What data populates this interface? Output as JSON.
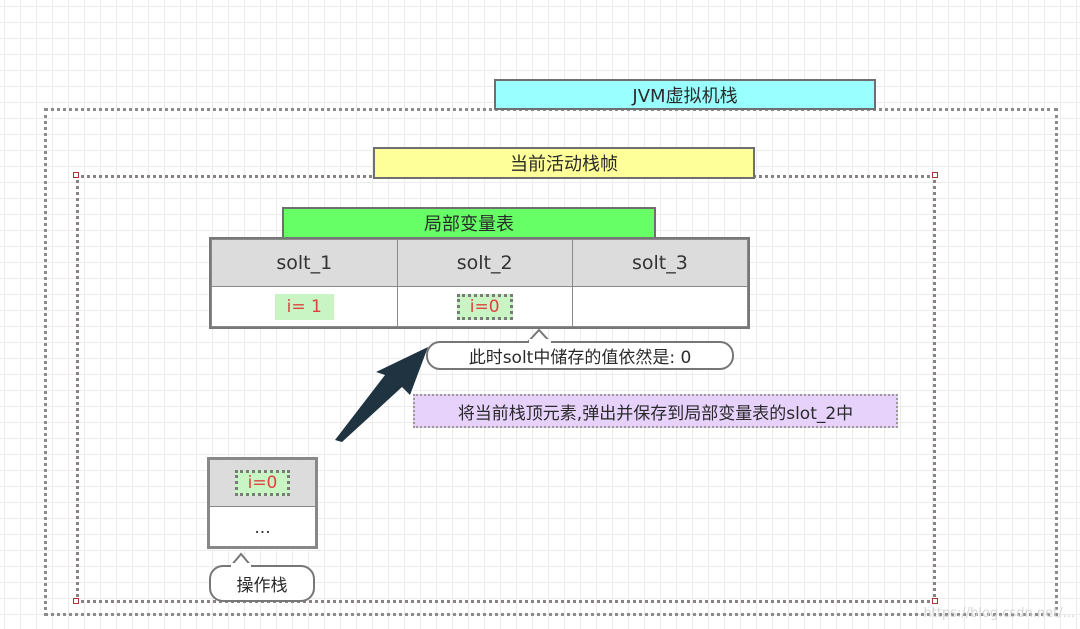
{
  "jvm_stack": {
    "title": "JVM虚拟机栈",
    "color": "#99ffff"
  },
  "current_frame": {
    "title": "当前活动栈帧",
    "color": "#ffff99"
  },
  "local_var_table": {
    "title": "局部变量表",
    "color": "#66ff66",
    "columns": [
      "solt_1",
      "solt_2",
      "solt_3"
    ],
    "values": [
      "i= 1",
      "i=0",
      ""
    ]
  },
  "slot_callout": "此时solt中储存的值依然是: 0",
  "pop_note": "将当前栈顶元素,弹出并保存到局部变量表的slot_2中",
  "operand_stack": {
    "top_value": "i=0",
    "rest": "...",
    "label": "操作栈"
  },
  "watermark": "https://blog.csdn.net/..."
}
